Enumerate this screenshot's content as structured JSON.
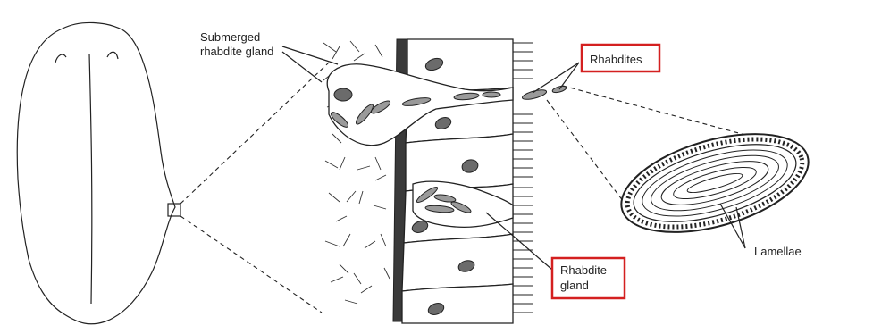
{
  "labels": {
    "submerged_line1": "Submerged",
    "submerged_line2": "rhabdite gland",
    "rhabdites": "Rhabdites",
    "rhabdite_line1": "Rhabdite",
    "rhabdite_line2": "gland",
    "lamellae": "Lamellae"
  },
  "colors": {
    "highlight": "#d42020",
    "ink": "#222222",
    "paper": "#ffffff"
  }
}
